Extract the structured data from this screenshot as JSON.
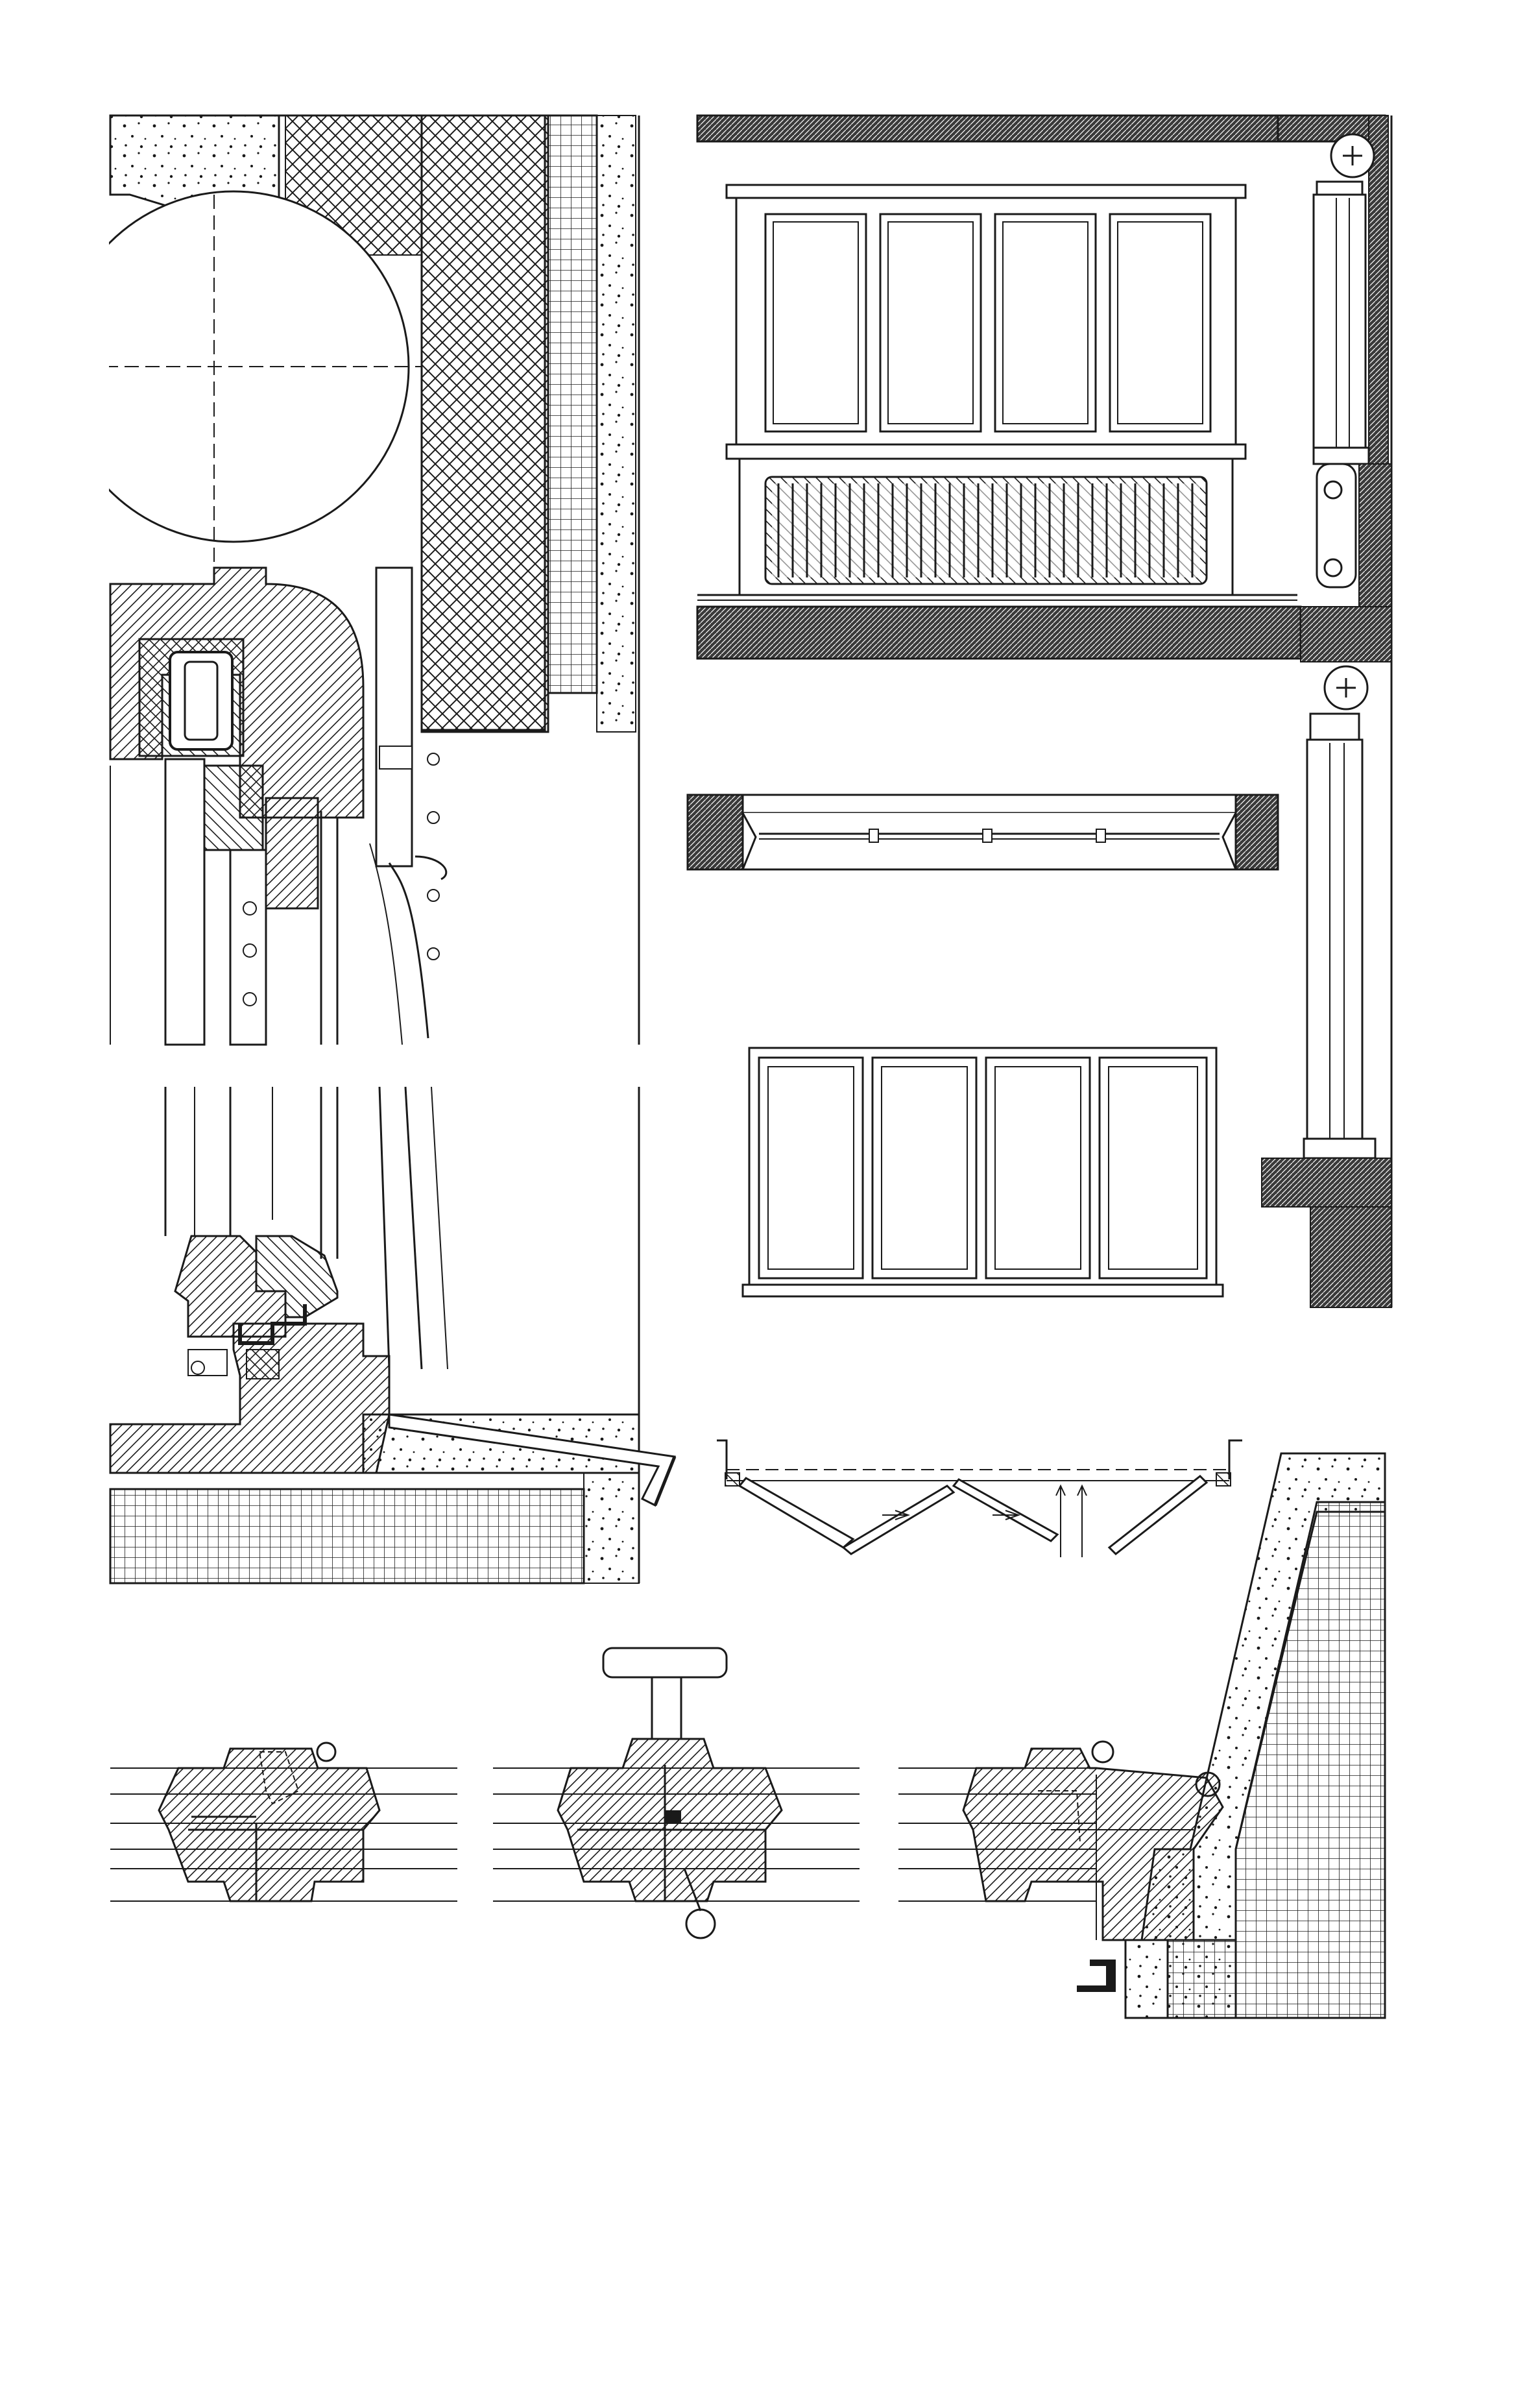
{
  "sheet": {
    "paper_color": "#ffffff",
    "ink_color": "#1a1a1a",
    "panels": [
      {
        "id": "window-head-section"
      },
      {
        "id": "room-elevation-window-radiator"
      },
      {
        "id": "exterior-wall-section"
      },
      {
        "id": "window-plan-section"
      },
      {
        "id": "window-front-elevation"
      },
      {
        "id": "window-sill-section"
      },
      {
        "id": "folding-casement-plan"
      },
      {
        "id": "sash-joint-detail-left"
      },
      {
        "id": "sash-joint-detail-center-handle"
      },
      {
        "id": "sash-joint-detail-right-wall"
      }
    ]
  }
}
